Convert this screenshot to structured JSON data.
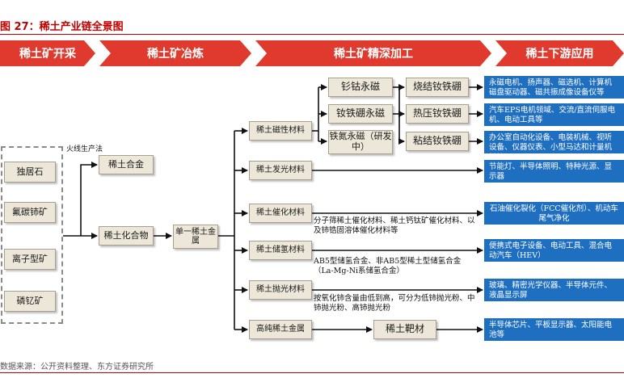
{
  "header": {
    "title": "图 27：稀土产业链全景图",
    "source": "数据来源：公开资料整理、东方证券研究所"
  },
  "stages": [
    "稀土矿开采",
    "稀土矿冶炼",
    "稀土矿精深加工",
    "稀土下游应用"
  ],
  "ores": [
    "独居石",
    "氟碳铈矿",
    "离子型矿",
    "磷钇矿"
  ],
  "smelting": {
    "fire_method": "火线生产法",
    "alloy": "稀土合金",
    "compound": "稀土化合物",
    "single_metal": "单一稀土金属"
  },
  "materials": [
    "稀土磁性材料",
    "稀土发光材料",
    "稀土催化材料",
    "稀土储氢材料",
    "稀土抛光材料",
    "高纯稀土金属"
  ],
  "magnets": [
    "钐钴永磁",
    "钕铁硼永磁",
    "铁氮永磁（研发中）"
  ],
  "ndfeb_types": [
    "烧结钕铁硼",
    "热压钕铁硼",
    "粘结钕铁硼"
  ],
  "target": "稀土靶材",
  "notes": {
    "catalyst": "分子筛稀土催化材料、稀土钙钛矿催化材料、以及铈锆固溶体催化材料等",
    "hydrogen": "AB5型储氢合金、非AB5型稀土型储氢合金（La-Mg-Ni系储氢合金）",
    "polishing": "按氧化铈含量由低到高，可分为低铈抛光粉、中铈抛光粉、高铈抛光粉"
  },
  "applications": [
    "永磁电机、扬声器、磁选机、计算机磁盘驱动器、磁共振成像设备仪等",
    "汽车EPS电机领域、交流/直流伺服电机、电动工具等",
    "办公室自动化设备、电装机械、视听设备、仪器仪表、小型马达和计量机械等",
    "节能灯、半导体照明、特种光源、显示器",
    "石油催化裂化（FCC催化剂）、机动车尾气净化",
    "便携式电子设备、电动工具、混合电动汽车（HEV）",
    "玻璃、精密光学仪器、半导体元件、液晶显示屏",
    "半导体芯片、平板显示器、太阳能电池等"
  ],
  "colors": {
    "accent_red": "#e03a2e",
    "title_red": "#c00000",
    "application_blue": "#1f6fc1",
    "box_fill": "#ece7d9"
  }
}
